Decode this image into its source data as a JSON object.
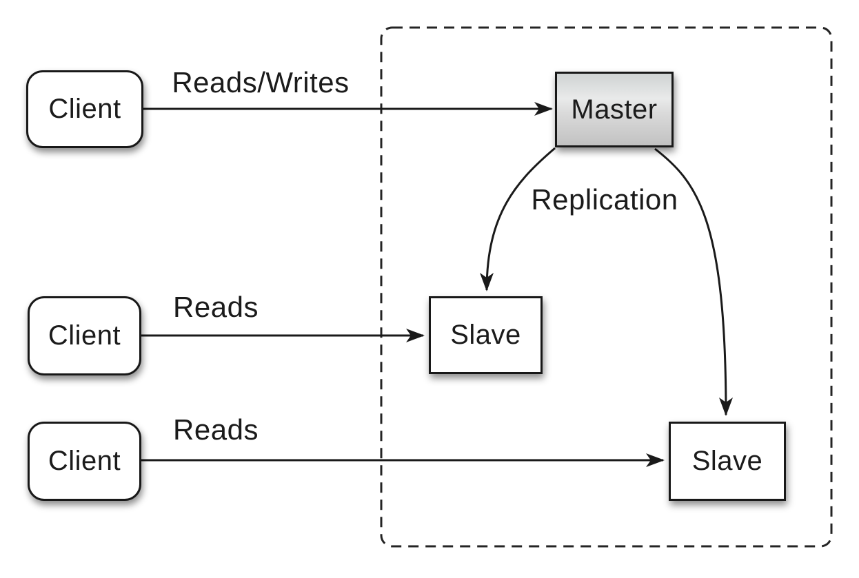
{
  "nodes": {
    "client1": {
      "label": "Client"
    },
    "client2": {
      "label": "Client"
    },
    "client3": {
      "label": "Client"
    },
    "master": {
      "label": "Master"
    },
    "slave1": {
      "label": "Slave"
    },
    "slave2": {
      "label": "Slave"
    }
  },
  "edges": {
    "reads_writes": {
      "label": "Reads/Writes",
      "from": "client1",
      "to": "master"
    },
    "reads_slave1": {
      "label": "Reads",
      "from": "client2",
      "to": "slave1"
    },
    "reads_slave2": {
      "label": "Reads",
      "from": "client3",
      "to": "slave2"
    },
    "replication_left": {
      "label": "Replication",
      "from": "master",
      "to": "slave1"
    },
    "replication_right": {
      "label": "Replication",
      "from": "master",
      "to": "slave2"
    }
  },
  "boundary": {
    "style": "dashed",
    "contains": [
      "master",
      "slave1",
      "slave2"
    ]
  },
  "colors": {
    "background": "#ffffff",
    "node_fill": "#ffffff",
    "master_fill_top": "#cfd3d3",
    "master_fill_bottom": "#c2c2c2",
    "line": "#1a1a1a",
    "text": "#1b1b1b"
  }
}
